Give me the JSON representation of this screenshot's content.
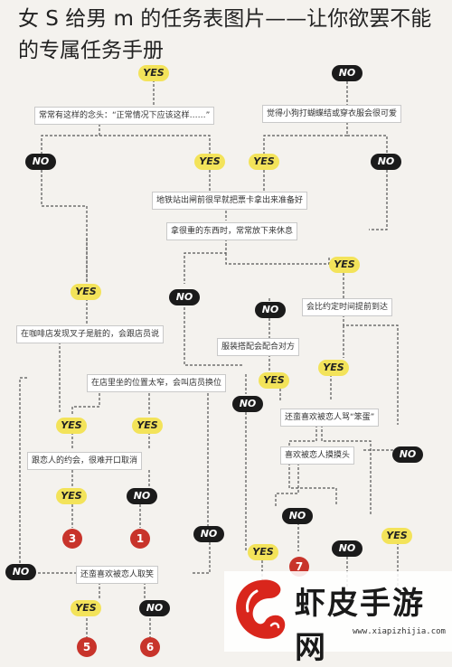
{
  "title": "女 S 给男 m 的任务表图片——让你欲罢不能的专属任务手册",
  "nodes": {
    "b1": "常常有这样的念头：“正常情况下应该这样……”",
    "b2": "觉得小狗打蝴蝶结或穿衣服会很可爱",
    "b3": "地铁站出闸前很早就把票卡拿出来准备好",
    "b4": "拿很重的东西时，常常放下来休息",
    "b5": "会比约定时间提前到达",
    "b6": "在咖啡店发现叉子是脏的，会跟店员说",
    "b7": "服装搭配会配合对方",
    "b8": "在店里坐的位置太窄，会叫店员换位",
    "b9": "还蛮喜欢被恋人骂“笨蛋”",
    "b10": "跟恋人的约会，很难开口取消",
    "b11": "喜欢被恋人摸摸头",
    "b12": "还蛮喜欢被恋人取笑"
  },
  "answers": {
    "yes": "YES",
    "no": "NO"
  },
  "outcomes": [
    "3",
    "1",
    "7",
    "5",
    "6"
  ],
  "watermark": {
    "name": "虾皮手游网",
    "url": "www.xiapizhijia.com"
  }
}
